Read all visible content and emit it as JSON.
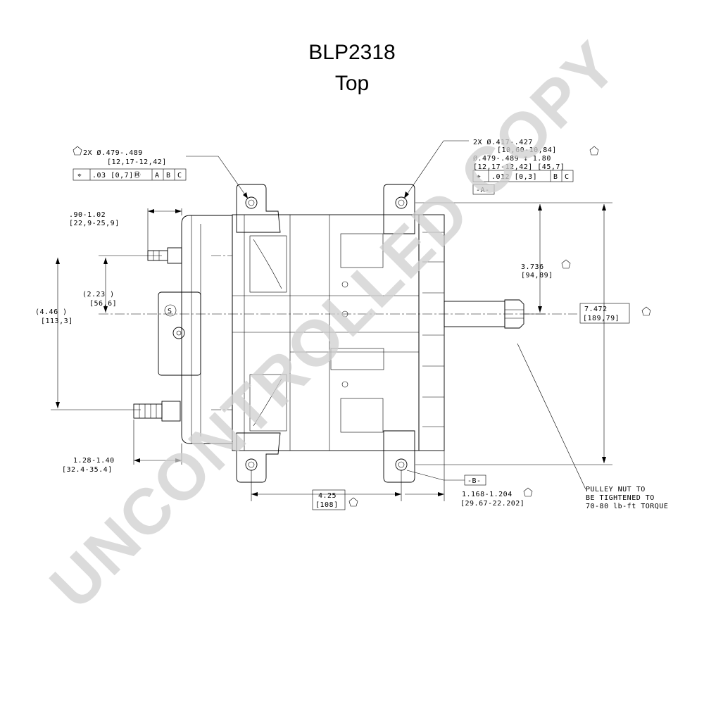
{
  "title": {
    "model": "BLP2318",
    "view": "Top"
  },
  "watermark": "UNCONTROLLED COPY",
  "callouts": {
    "hole_left_qty": "2X Ø.479-.489",
    "hole_left_metric": "[12,17-12,42]",
    "hole_left_fcf": [
      "⌖",
      ".03 [0,7]Ⓜ",
      "A",
      "B",
      "C"
    ],
    "hole_right_qty": "2X Ø.417-.427",
    "hole_right_metric": "[10,60-10,84]",
    "hole_right_cbore": "Ø.479-.489 ↧ 1.80",
    "hole_right_cbore_metric": "[12,17-12,42]   [45,7]",
    "hole_right_fcf": [
      "⌖",
      ".012 [0,3]",
      "B",
      "C"
    ],
    "datum_a": "-A-",
    "datum_b": "-B-",
    "dim_terminal_offset": ".90-1.02",
    "dim_terminal_offset_metric": "[22,9-25,9]",
    "dim_half_height": "(2.23  )",
    "dim_half_height_metric": "[56,6]",
    "dim_full_height": "(4.46  )",
    "dim_full_height_metric": "[113,3]",
    "dim_lower_offset": "1.28-1.40",
    "dim_lower_offset_metric": "[32.4-35.4]",
    "dim_hole_spacing": "4.25",
    "dim_hole_spacing_metric": "[108]",
    "dim_flange": "1.168-1.204",
    "dim_flange_metric": "[29.67-22.202]",
    "dim_upper_height": "3.736",
    "dim_upper_height_metric": "[94,89]",
    "dim_total_height": "7.472",
    "dim_total_height_metric": "[189,79]",
    "pulley_note_1": "PULLEY NUT TO",
    "pulley_note_2": "BE TIGHTENED TO",
    "pulley_note_3": "70-80 lb-ft TORQUE",
    "housing_label": "S"
  },
  "colors": {
    "line": "#000000",
    "watermark": "#cfcfcf",
    "background": "#ffffff"
  },
  "icons": [
    "pentagon-icon",
    "position-tolerance-icon"
  ]
}
